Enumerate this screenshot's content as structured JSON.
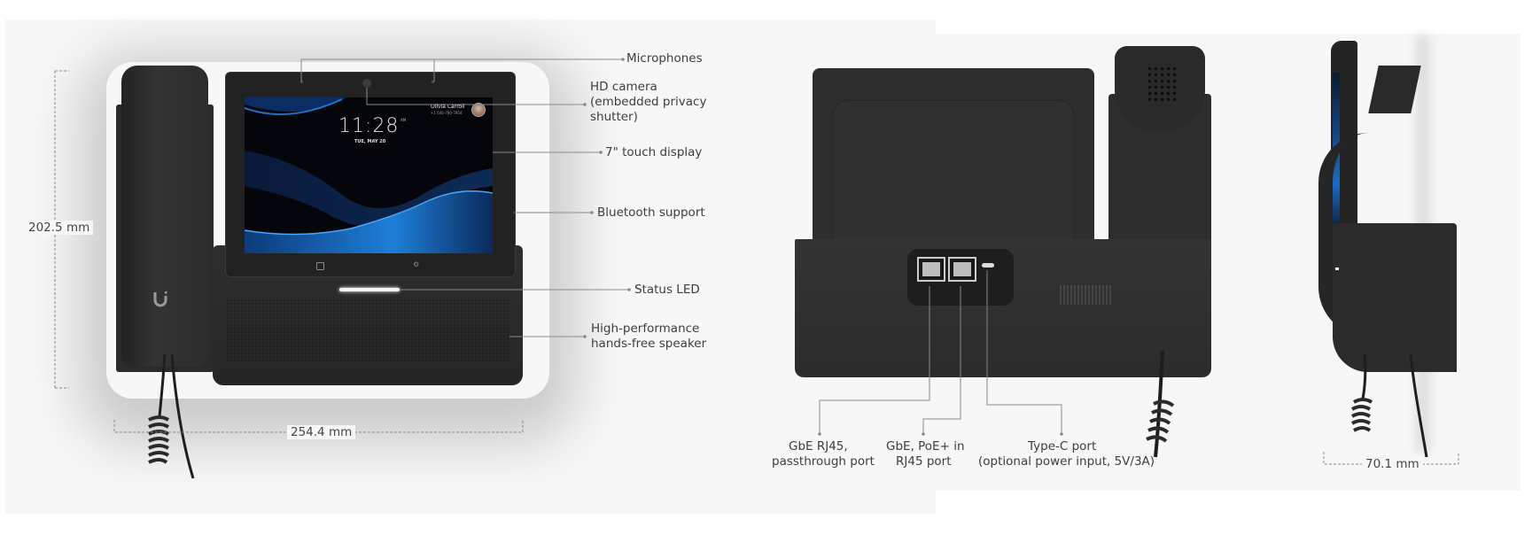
{
  "front_view": {
    "callouts": {
      "microphones": "Microphones",
      "camera_line1": "HD camera",
      "camera_line2": "(embedded privacy",
      "camera_line3": "shutter)",
      "display": "7\" touch display",
      "bluetooth": "Bluetooth support",
      "status_led": "Status LED",
      "speaker_line1": "High-performance",
      "speaker_line2": "hands-free speaker"
    },
    "dimensions": {
      "height": "202.5 mm",
      "width": "254.4 mm"
    },
    "screen": {
      "time": "11:28",
      "ampm": "AM",
      "date": "TUE, MAY 20",
      "user_name": "Olivia Carroll",
      "user_phone": "+1 646-780-7958"
    }
  },
  "back_view": {
    "callouts": {
      "passthrough_line1": "GbE RJ45,",
      "passthrough_line2": "passthrough port",
      "poe_line1": "GbE, PoE+ in",
      "poe_line2": "RJ45 port",
      "typec_line1": "Type-C port",
      "typec_line2": "(optional power input, 5V/3A)"
    }
  },
  "side_view": {
    "dimensions": {
      "depth": "70.1 mm"
    }
  },
  "colors": {
    "panel_bg": "#f7f7f7",
    "device": "#2b2b2b",
    "callout_line": "#8a8a8a",
    "screen_accent": "#1e7fd8"
  }
}
